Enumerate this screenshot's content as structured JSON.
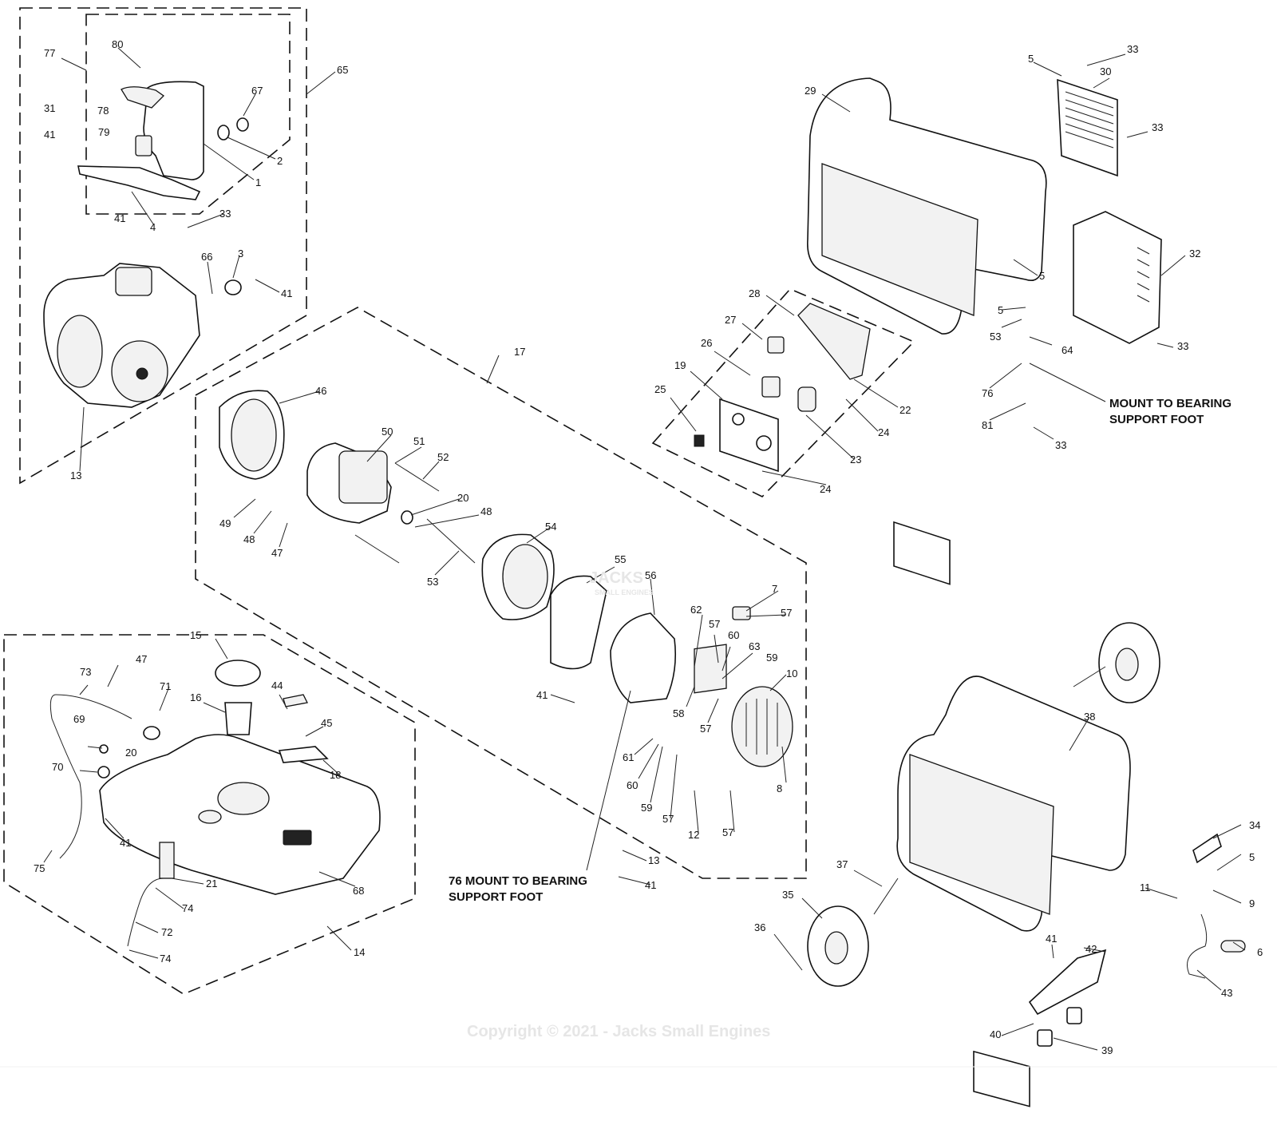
{
  "watermark": {
    "copyright": "Copyright © 2021 - Jacks Small Engines",
    "logo_text": "JACKS",
    "logo_subtext": "SMALL ENGINES"
  },
  "notes": {
    "mount_right_1": "MOUNT TO BEARING",
    "mount_right_2": "SUPPORT FOOT",
    "mount_center_1": "76 MOUNT TO BEARING",
    "mount_center_2": "SUPPORT FOOT"
  },
  "callouts": [
    "1",
    "2",
    "3",
    "4",
    "5",
    "6",
    "7",
    "8",
    "9",
    "10",
    "11",
    "12",
    "13",
    "14",
    "15",
    "16",
    "17",
    "18",
    "19",
    "20",
    "21",
    "22",
    "23",
    "24",
    "25",
    "26",
    "27",
    "28",
    "29",
    "30",
    "31",
    "32",
    "33",
    "34",
    "35",
    "36",
    "37",
    "38",
    "39",
    "40",
    "41",
    "42",
    "43",
    "44",
    "45",
    "46",
    "47",
    "48",
    "49",
    "50",
    "51",
    "52",
    "53",
    "54",
    "55",
    "56",
    "57",
    "58",
    "59",
    "60",
    "61",
    "62",
    "63",
    "64",
    "65",
    "66",
    "67",
    "68",
    "69",
    "70",
    "71",
    "72",
    "73",
    "74",
    "75",
    "76",
    "77",
    "78",
    "79",
    "80",
    "81"
  ]
}
